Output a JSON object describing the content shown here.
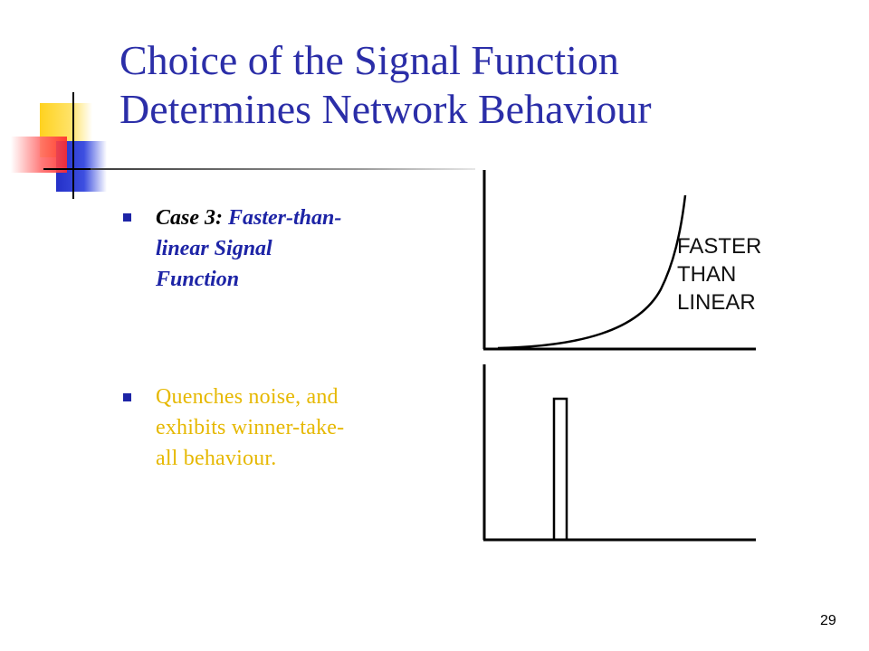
{
  "slide": {
    "title_line1": "Choice of the Signal Function",
    "title_line2": "Determines Network Behaviour",
    "bullets": [
      {
        "lead": "Case 3: ",
        "line1": "Faster-than-",
        "line2": "linear Signal",
        "line3": "Function"
      },
      {
        "line1": "Quenches noise, and",
        "line2": "exhibits winner-take-",
        "line3": "all behaviour."
      }
    ],
    "curve_label": [
      "FASTER",
      "THAN",
      "LINEAR"
    ],
    "page_number": "29"
  },
  "colors": {
    "title": "#2b2ea8",
    "bullet_emphasis": "#1d24a6",
    "bullet_plain": "#e6b800",
    "axes": "#000000"
  },
  "icons": {
    "bullet": "square-bullet-icon",
    "corner": "corner-logo-squares"
  }
}
